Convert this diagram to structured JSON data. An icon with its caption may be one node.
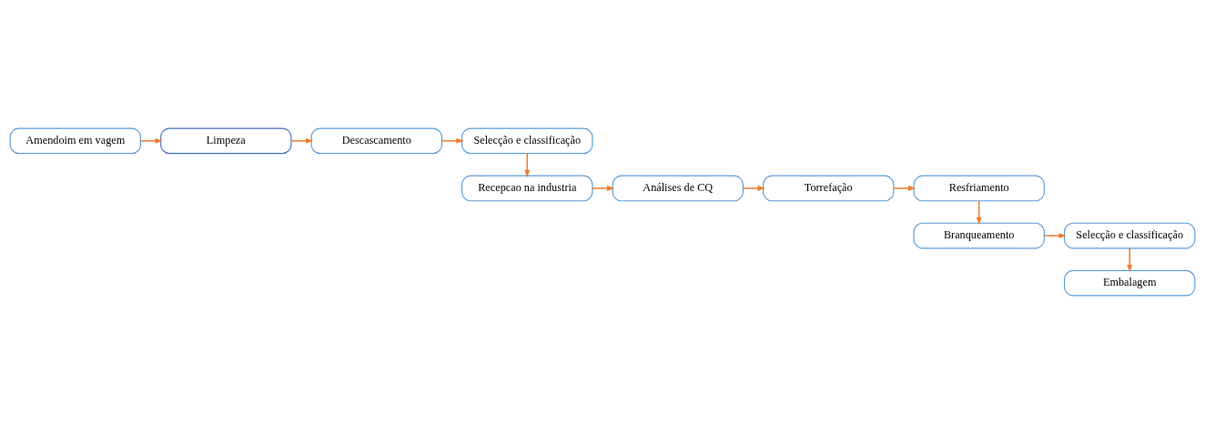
{
  "diagram": {
    "nodes": [
      {
        "text": [
          "Amendoim em vagem"
        ]
      },
      {
        "text": [
          "Limpeza"
        ]
      },
      {
        "text": [
          "Descascamento"
        ]
      },
      {
        "text": [
          "Selecção e classificação"
        ]
      },
      {
        "text": [
          "Recepcao na industria"
        ]
      },
      {
        "text": [
          "Análises de CQ"
        ]
      },
      {
        "text": [
          "Torrefação"
        ]
      },
      {
        "text": [
          "Resfriamento"
        ]
      },
      {
        "text": [
          "Branqueamento"
        ]
      },
      {
        "text": [
          "Selecção e classificação"
        ]
      },
      {
        "text": [
          "Embalagem"
        ]
      }
    ],
    "edges": [
      {
        "from": 0,
        "to": 1,
        "arrow": "to"
      },
      {
        "from": 1,
        "to": 2,
        "arrow": "to"
      },
      {
        "from": 2,
        "to": 3,
        "arrow": "to"
      },
      {
        "from": 3,
        "to": 4,
        "arrow": "to"
      },
      {
        "from": 4,
        "to": 5,
        "arrow": "to"
      },
      {
        "from": 5,
        "to": 6,
        "arrow": "to"
      },
      {
        "from": 6,
        "to": 7,
        "arrow": "to"
      },
      {
        "from": 7,
        "to": 8,
        "arrow": "to"
      },
      {
        "from": 8,
        "to": 9,
        "arrow": "to"
      },
      {
        "from": 9,
        "to": 10,
        "arrow": "to"
      }
    ]
  }
}
